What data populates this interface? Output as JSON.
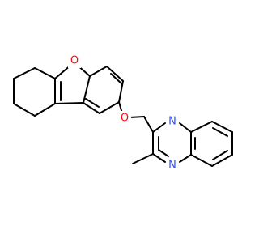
{
  "molecule": {
    "atoms": [
      {
        "id": "O1",
        "symbol": "O",
        "color": "#ff0d0d"
      },
      {
        "id": "O2",
        "symbol": "O",
        "color": "#ff0d0d"
      },
      {
        "id": "N1",
        "symbol": "N",
        "color": "#3050f8"
      },
      {
        "id": "N2",
        "symbol": "N",
        "color": "#3050f8"
      }
    ],
    "bond_color": "#000000",
    "background": "#ffffff"
  }
}
